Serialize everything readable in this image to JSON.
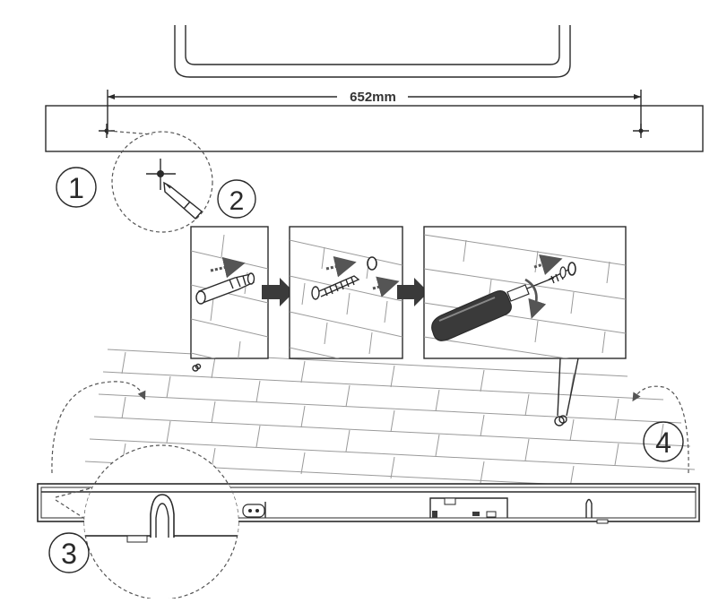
{
  "dimension": {
    "label": "652mm"
  },
  "steps": [
    {
      "label": "1"
    },
    {
      "label": "2"
    },
    {
      "label": "3"
    },
    {
      "label": "4"
    }
  ],
  "colors": {
    "line": "#2a2a2a",
    "brick": "#9a9a9a",
    "arrow": "#555555",
    "fill_dark": "#3a3a3a"
  },
  "icons": [
    "pencil-icon",
    "wall-anchor-icon",
    "screw-icon",
    "washer-icon",
    "screwdriver-icon",
    "arrow-right-icon",
    "rotate-arrow-icon",
    "keyhole-slot-icon"
  ]
}
